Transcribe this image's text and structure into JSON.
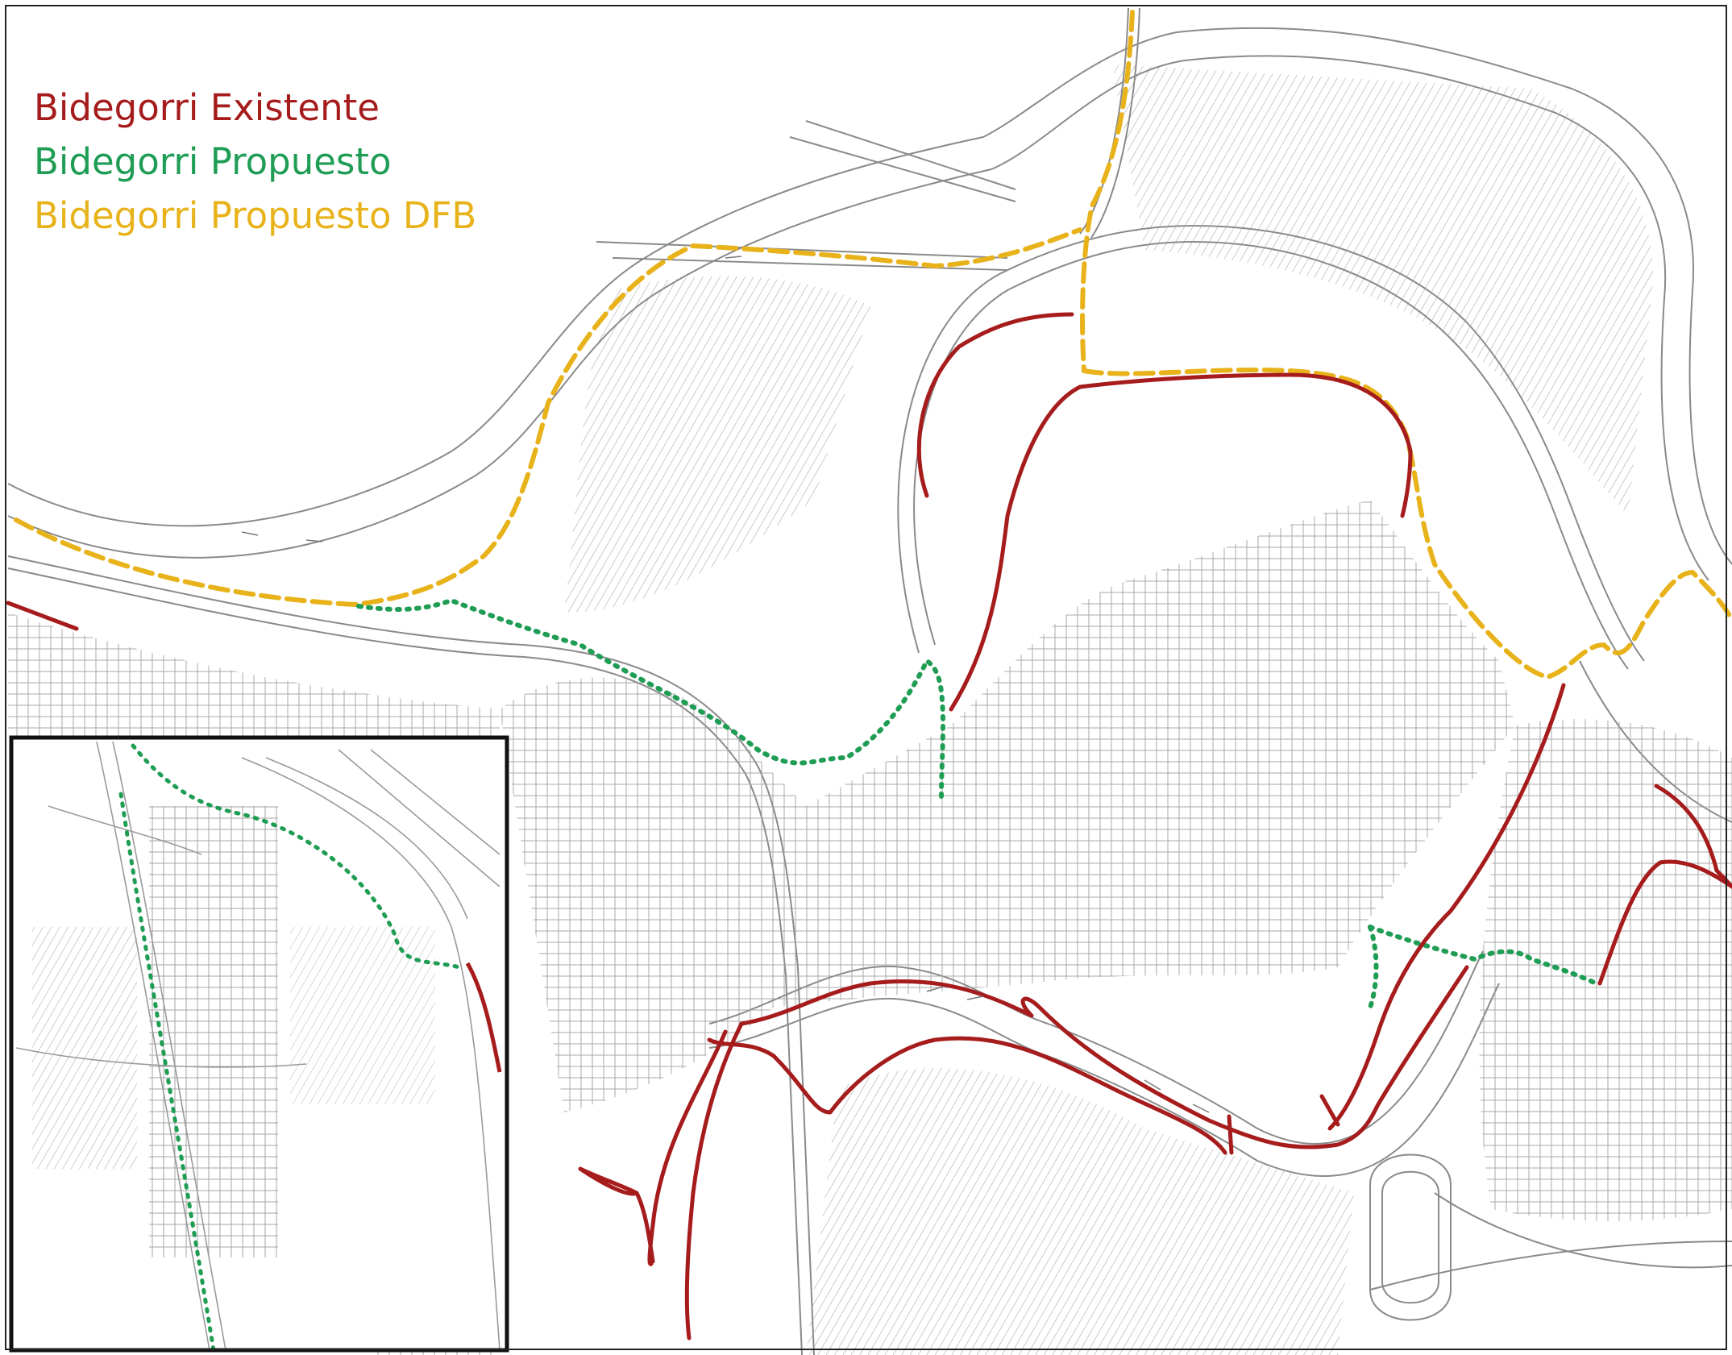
{
  "legend": [
    {
      "label": "Bidegorri Existente",
      "color": "#a61c1c"
    },
    {
      "label": "Bidegorri Propuesto",
      "color": "#1f9d55"
    },
    {
      "label": "Bidegorri Propuesto DFB",
      "color": "#e8b21a"
    }
  ],
  "colors": {
    "existing": "#a61c1c",
    "proposed": "#1f9d55",
    "proposed_dfb": "#e8b21a",
    "basemap_line": "#8a8a8a",
    "inset_border": "#111111"
  }
}
